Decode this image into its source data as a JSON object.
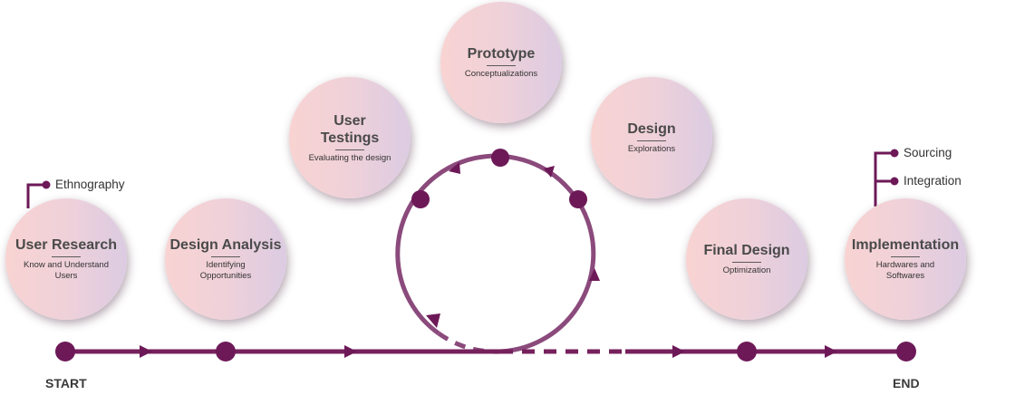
{
  "timeline": {
    "start_label": "START",
    "end_label": "END"
  },
  "steps": [
    {
      "title": "User Research",
      "subtitle": "Know and Understand Users"
    },
    {
      "title": "Design Analysis",
      "subtitle": "Identifying Opportunities"
    },
    {
      "title": "User Testings",
      "subtitle": "Evaluating the design"
    },
    {
      "title": "Prototype",
      "subtitle": "Conceptualizations"
    },
    {
      "title": "Design",
      "subtitle": "Explorations"
    },
    {
      "title": "Final Design",
      "subtitle": "Optimization"
    },
    {
      "title": "Implementation",
      "subtitle": "Hardwares and Softwares"
    }
  ],
  "notes": {
    "user_research": [
      "Ethnography"
    ],
    "implementation": [
      "Sourcing",
      "Integration"
    ]
  },
  "colors": {
    "line": "#76205c",
    "loop": "#8b4a7c",
    "node": "#6d1958"
  }
}
